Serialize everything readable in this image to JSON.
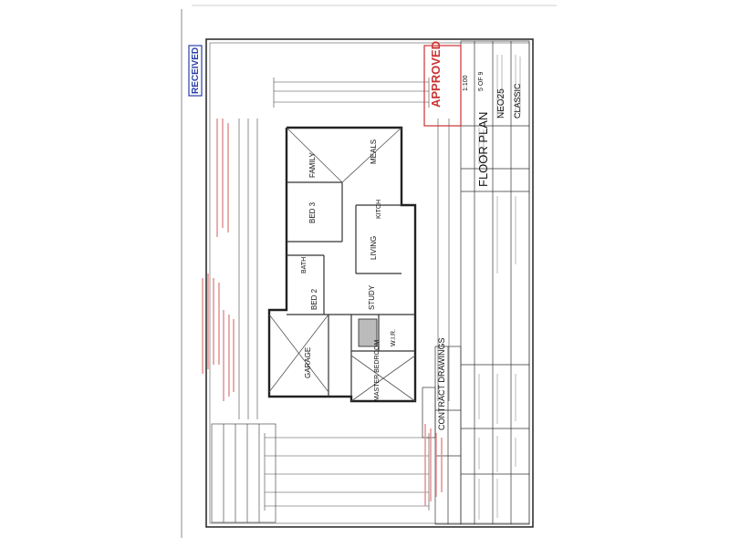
{
  "stamps": {
    "received": "RECEIVED",
    "approved": "APPROVED"
  },
  "title_block": {
    "drawing_title": "FLOOR PLAN",
    "design_name": "NEO25",
    "facade": "CLASSIC",
    "scale": "1:100",
    "sheet": "5 OF 9"
  },
  "rooms": {
    "family": "FAMILY",
    "meals": "MEALS",
    "bed3": "BED 3",
    "kitchen": "KITCH",
    "living": "LIVING",
    "bath": "BATH",
    "bed2": "BED 2",
    "study": "STUDY",
    "wir": "W.I.R.",
    "master": "MASTER BEDROOM",
    "garage": "GARAGE"
  },
  "table_header": "CONTRACT DRAWINGS",
  "colors": {
    "stamp_red": "#cc3333",
    "stamp_blue": "#2a3fa8",
    "line": "#222222",
    "markup": "#e08a8a"
  }
}
